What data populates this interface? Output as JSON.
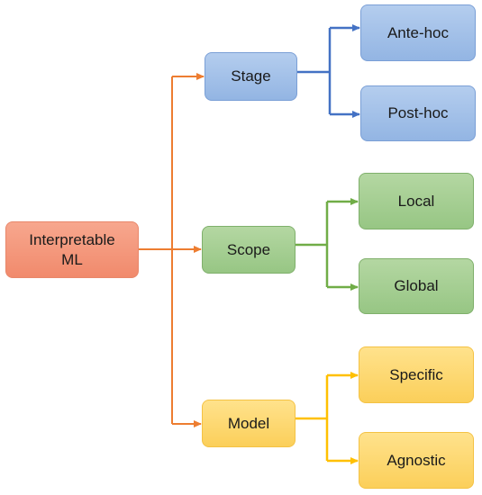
{
  "root": {
    "label": "Interpretable\nML"
  },
  "branches": [
    {
      "label": "Stage",
      "children": [
        "Ante-hoc",
        "Post-hoc"
      ]
    },
    {
      "label": "Scope",
      "children": [
        "Local",
        "Global"
      ]
    },
    {
      "label": "Model",
      "children": [
        "Specific",
        "Agnostic"
      ]
    }
  ],
  "colors": {
    "root": "#f08a6b",
    "stage": "#4472c4",
    "scope": "#70ad47",
    "model": "#ffc000"
  }
}
